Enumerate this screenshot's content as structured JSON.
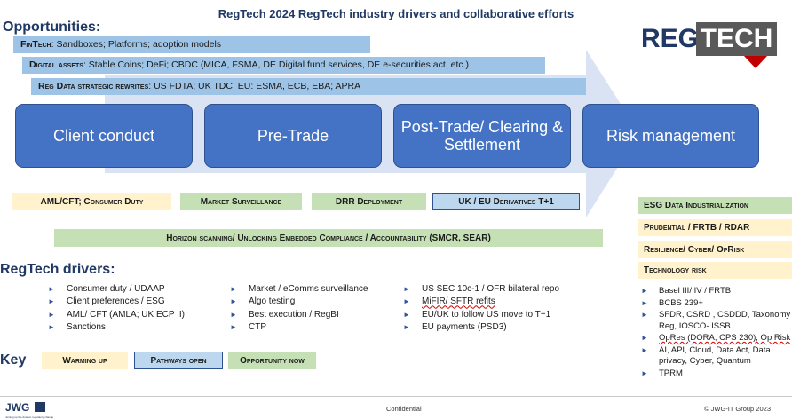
{
  "header": {
    "title": "RegTech 2024 RegTech industry drivers and collaborative efforts"
  },
  "logo": {
    "part1": "REG",
    "part2": "TECH",
    "accent": "#c00000"
  },
  "opportunities": {
    "heading": "Opportunities:",
    "bands": [
      {
        "label": "FinTech",
        "text": ": Sandboxes; Platforms; adoption models"
      },
      {
        "label": "Digital assets",
        "text": ": Stable Coins; DeFi; CBDC (MICA, FSMA,  DE Digital fund services, DE e-securities act, etc.)"
      },
      {
        "label": "Reg Data strategic rewrites",
        "text": ": US FDTA; UK TDC; EU: ESMA, ECB, EBA; APRA"
      }
    ]
  },
  "stages": [
    "Client conduct",
    "Pre-Trade",
    "Post-Trade/ Clearing & Settlement",
    "Risk management"
  ],
  "stage_chips": [
    "AML/CFT; Consumer Duty",
    "Market Surveillance",
    "DRR Deployment",
    "UK / EU Derivatives T+1"
  ],
  "horizon": "Horizon scanning/ Unlocking Embedded Compliance / Accountability (SMCR, SEAR)",
  "risk_chips": [
    "ESG Data Industrialization",
    "Prudential / FRTB / RDAR",
    "Resilience/ Cyber/ OpRisk",
    "Technology risk"
  ],
  "risk_list": [
    "Basel III/ IV / FRTB",
    "BCBS 239+",
    "SFDR, CSRD , CSDDD, Taxonomy Reg, IOSCO- ISSB",
    "OpRes (DORA, CPS 230), Op Risk",
    "AI, API, Cloud, Data Act, Data privacy, Cyber, Quantum",
    "TPRM"
  ],
  "drivers": {
    "heading": "RegTech drivers:",
    "col1": [
      "Consumer duty / UDAAP",
      "Client preferences / ESG",
      "AML/ CFT (AMLA; UK ECP II)",
      "Sanctions"
    ],
    "col2": [
      "Market / eComms surveillance",
      "Algo testing",
      "Best execution / RegBI",
      "CTP"
    ],
    "col3": [
      "US SEC 10c-1 / OFR bilateral repo",
      "MiFIR/ SFTR refits",
      "EU/UK to follow US move to T+1",
      "EU payments (PSD3)"
    ]
  },
  "key": {
    "heading": "Key",
    "items": [
      "Warming up",
      "Pathways open",
      "Opportunity now"
    ]
  },
  "footer": {
    "brand": "JWG",
    "brand_sub": "Joining up the dots on regulatory change",
    "center": "Confidential",
    "right": "© JWG-IT Group 2023"
  },
  "colors": {
    "navy": "#1f3864",
    "stage_blue": "#4472c4",
    "band_blue": "#9dc3e6",
    "yellow": "#fff2cc",
    "green": "#c5e0b4",
    "light_blue": "#bdd7ee",
    "arrow": "#dae3f3"
  }
}
